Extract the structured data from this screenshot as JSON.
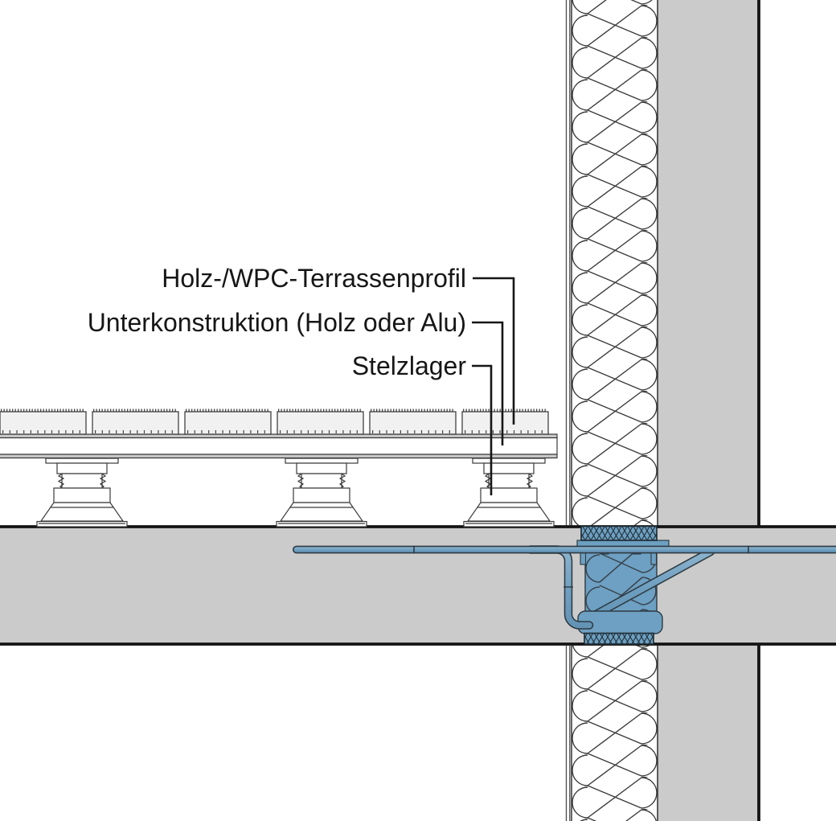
{
  "labels": [
    {
      "text": "Holz-/WPC-Terrassenprofil",
      "target": "deck-board"
    },
    {
      "text": "Unterkonstruktion (Holz oder Alu)",
      "target": "substructure"
    },
    {
      "text": "Stelzlager",
      "target": "pedestal"
    }
  ],
  "colors": {
    "thermal_break_blue": "#6da0c2",
    "rebar_blue_light": "#8cb3cd",
    "rebar_blue_dark": "#6394b5",
    "concrete_gray": "#cbcbcb",
    "deck_board_gray": "#f1f1f1",
    "line_black": "#161616"
  }
}
